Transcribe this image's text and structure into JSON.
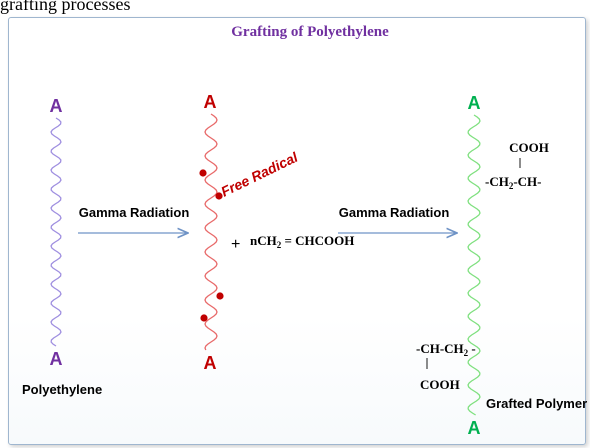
{
  "caption": "grafting processes",
  "diagram": {
    "title": "Grafting of Polyethylene",
    "end_label": "A",
    "free_radical_label": "Free Radical",
    "step1_label": "Gamma Radiation",
    "step2_label": "Gamma Radiation",
    "plus_sign": "+",
    "monomer": {
      "coef": "n",
      "left": "CH",
      "sub": "2",
      "right": " = CHCOOH"
    },
    "upper_group": {
      "cooh": "COOH",
      "bond": "|",
      "chain": "-CH",
      "sub": "2",
      "tail": "-CH-"
    },
    "lower_group": {
      "chain": "-CH-CH",
      "sub": "2",
      "tail": " -",
      "bond": "|",
      "cooh": "COOH"
    },
    "label_polyethylene": "Polyethylene",
    "label_grafted": "Grafted Polymer"
  },
  "colors": {
    "title": "#7030a0",
    "chain_polyethylene": "#9f8fe0",
    "end_polyethylene": "#7030a0",
    "chain_radical": "#e86a6a",
    "end_radical": "#c00000",
    "radical_dot": "#c00000",
    "chain_grafted": "#7fe07f",
    "end_grafted": "#00b050",
    "arrow": "#6f93c6"
  }
}
